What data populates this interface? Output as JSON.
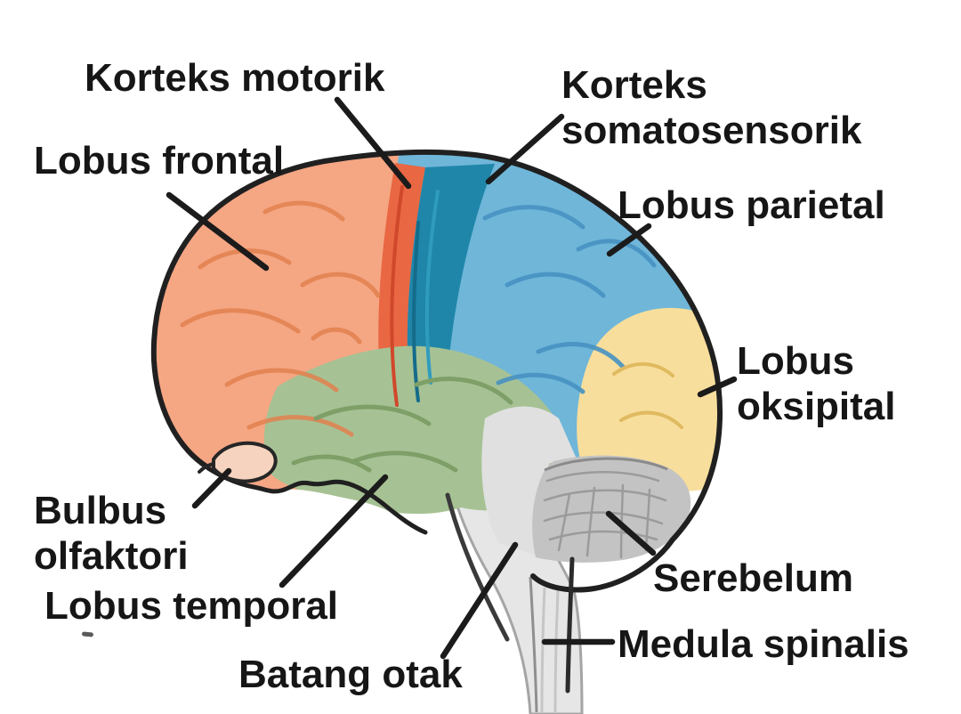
{
  "figure": {
    "title_semantic": "Diagram otak manusia (lateral) dengan label bagian-bagian otak",
    "background": "#ffffff",
    "outline_color": "#202020",
    "label_text_color": "#161616",
    "regions": [
      {
        "id": "motor-cortex",
        "label": "Korteks motorik",
        "color": "#E96742"
      },
      {
        "id": "frontal-lobe",
        "label": "Lobus frontal",
        "color": "#F5A683"
      },
      {
        "id": "somatosensory-cortex",
        "label": "Korteks\nsomatosensorik",
        "color": "#1F86A9"
      },
      {
        "id": "parietal-lobe",
        "label": "Lobus parietal",
        "color": "#6FB6D9"
      },
      {
        "id": "occipital-lobe",
        "label": "Lobus\noksipital",
        "color": "#F8DE9C"
      },
      {
        "id": "cerebellum",
        "label": "Serebelum",
        "color": "#C3C3C3"
      },
      {
        "id": "spinal-cord",
        "label": "Medula spinalis",
        "color": "#DADADA"
      },
      {
        "id": "brain-stem",
        "label": "Batang otak",
        "color": "#E6E6E6"
      },
      {
        "id": "temporal-lobe",
        "label": "Lobus temporal",
        "color": "#A6C294"
      },
      {
        "id": "olfactory-bulb",
        "label": "Bulbus\nolfaktori",
        "color": "#F6D3BE"
      }
    ]
  }
}
